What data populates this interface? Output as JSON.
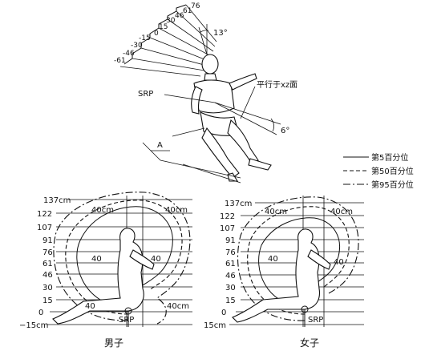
{
  "top_view": {
    "scale_labels": [
      "-61",
      "-46",
      "-30",
      "-15",
      "0",
      "15",
      "30",
      "46",
      "61",
      "76"
    ],
    "angle_top": "13°",
    "angle_mid": "6°",
    "srp_label": "SRP",
    "parallel_label": "平行于xz面",
    "dim_label": "A"
  },
  "legend": {
    "items": [
      {
        "label": "第5百分位",
        "style": "solid"
      },
      {
        "label": "第50百分位",
        "style": "dashed"
      },
      {
        "label": "第95百分位",
        "style": "dashdot"
      }
    ]
  },
  "panels": [
    {
      "caption": "男子",
      "y_labels": [
        "137cm",
        "122",
        "107",
        "91",
        "76",
        "61",
        "46",
        "30",
        "15",
        "0",
        "−15cm"
      ],
      "arc_labels": [
        "40cm",
        "40cm",
        "40",
        "40",
        "40",
        "40cm"
      ],
      "srp": "SRP"
    },
    {
      "caption": "女子",
      "y_labels": [
        "137cm",
        "122",
        "107",
        "91",
        "76",
        "61",
        "46",
        "30",
        "15",
        "0",
        "15cm"
      ],
      "arc_labels": [
        "40cm",
        "40cm",
        "40",
        "40"
      ],
      "srp": "SRP"
    }
  ]
}
